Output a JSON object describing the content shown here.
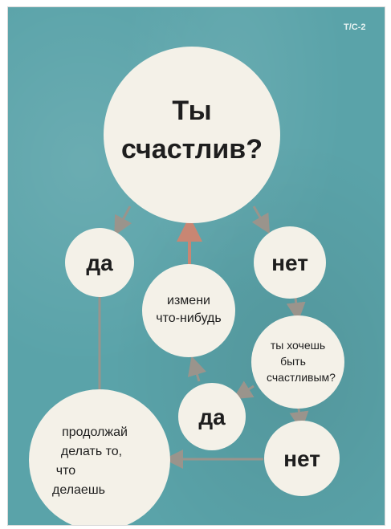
{
  "corner_mark": "T/C-2",
  "nodes": {
    "question": {
      "line1": "Ты",
      "line2": "счастлив?"
    },
    "yes": "да",
    "no": "нет",
    "change": {
      "line1": "измени",
      "line2": "что-нибудь"
    },
    "want": {
      "line1": "ты хочешь",
      "line2": "быть",
      "line3": "счастливым?"
    },
    "yes2": "да",
    "no2": "нет",
    "continue": {
      "line1": "продолжай",
      "line2": "делать то,",
      "line3": "что",
      "line4": "делаешь"
    }
  },
  "colors": {
    "background": "#5aa3a9",
    "circle": "#f4f1e8",
    "arrow_gray": "#9a948c",
    "arrow_red": "#c98673"
  }
}
